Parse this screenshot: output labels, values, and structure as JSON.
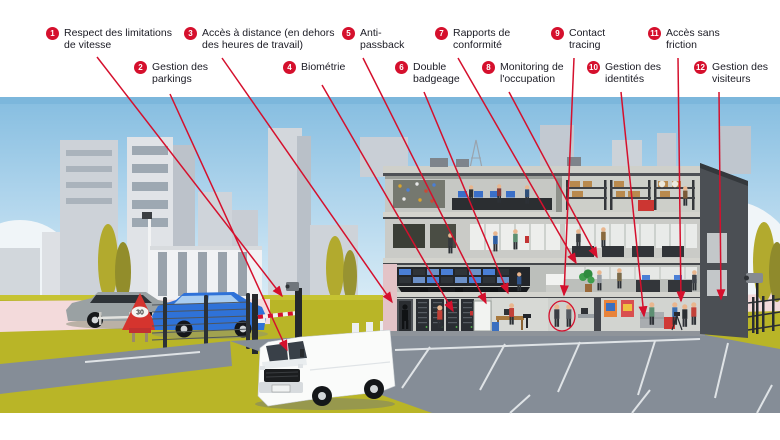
{
  "annotations": [
    {
      "num": "1",
      "text": "Respect des limitations de vitesse",
      "target": "speed-control-gate-camera"
    },
    {
      "num": "2",
      "text": "Gestion des parkings",
      "target": "van-license-plate"
    },
    {
      "num": "3",
      "text": "Accès à distance (en dehors des heures de travail)",
      "target": "side-entrance-door"
    },
    {
      "num": "4",
      "text": "Biométrie",
      "target": "server-room-racks"
    },
    {
      "num": "5",
      "text": "Anti-passback",
      "target": "secured-inner-door"
    },
    {
      "num": "6",
      "text": "Double badgeage",
      "target": "office-door"
    },
    {
      "num": "7",
      "text": "Rapports de conformité",
      "target": "second-floor-office"
    },
    {
      "num": "8",
      "text": "Monitoring de l'occupation",
      "target": "open-space-floor"
    },
    {
      "num": "9",
      "text": "Contact tracing",
      "target": "circled-meeting-pair"
    },
    {
      "num": "10",
      "text": "Gestion des identités",
      "target": "reception-desk"
    },
    {
      "num": "11",
      "text": "Accès sans friction",
      "target": "lobby-entrance"
    },
    {
      "num": "12",
      "text": "Gestion des visiteurs",
      "target": "visitor-doorway"
    }
  ],
  "scene": {
    "speed_sign_text": "30",
    "colors": {
      "accent_red": "#d5102d",
      "sky": "#9ccbe8",
      "grass": "#b9b527",
      "road_pink": "#f3dadb",
      "asphalt": "#858d97",
      "building_light": "#d6d7d2",
      "building_dark_wall": "#4b4f54",
      "van_white": "#fafbfa",
      "car_blue": "#2f72d8",
      "car_gray": "#9aa1a3"
    }
  }
}
